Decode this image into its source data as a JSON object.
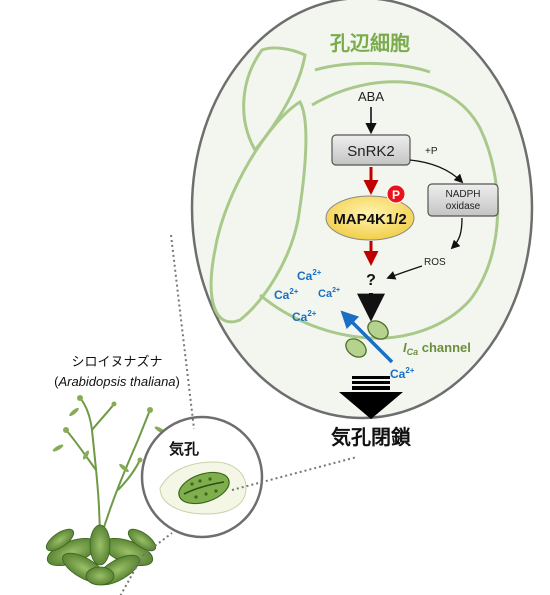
{
  "cell_title": "孔辺細胞",
  "signal": "ABA",
  "kinase": "SnRK2",
  "phospho_label": "+P",
  "p_badge": "P",
  "nadph_line1": "NADPH",
  "nadph_line2": "oxidase",
  "map_kinase": "MAP4K1/2",
  "unknown": "?",
  "ros": "ROS",
  "ca_base": "Ca",
  "ca_sup": "2+",
  "channel_i": "I",
  "channel_sub": "Ca",
  "channel_rest": " channel",
  "closure": "気孔閉鎖",
  "stoma_label": "気孔",
  "plant_name_jp": "シロイヌナズナ",
  "plant_paren_open": "(",
  "plant_name_latin": "Arabidopsis thaliana",
  "plant_paren_close": ")",
  "colors": {
    "cell_green": "#a9c98a",
    "title_green": "#7aab4c",
    "ca_blue": "#1a6fc4",
    "red_arrow": "#c00000",
    "map_fill": "#f7dc6f",
    "kinase_fill": "#d9d9d9",
    "channel_green": "#6b8e3d"
  }
}
